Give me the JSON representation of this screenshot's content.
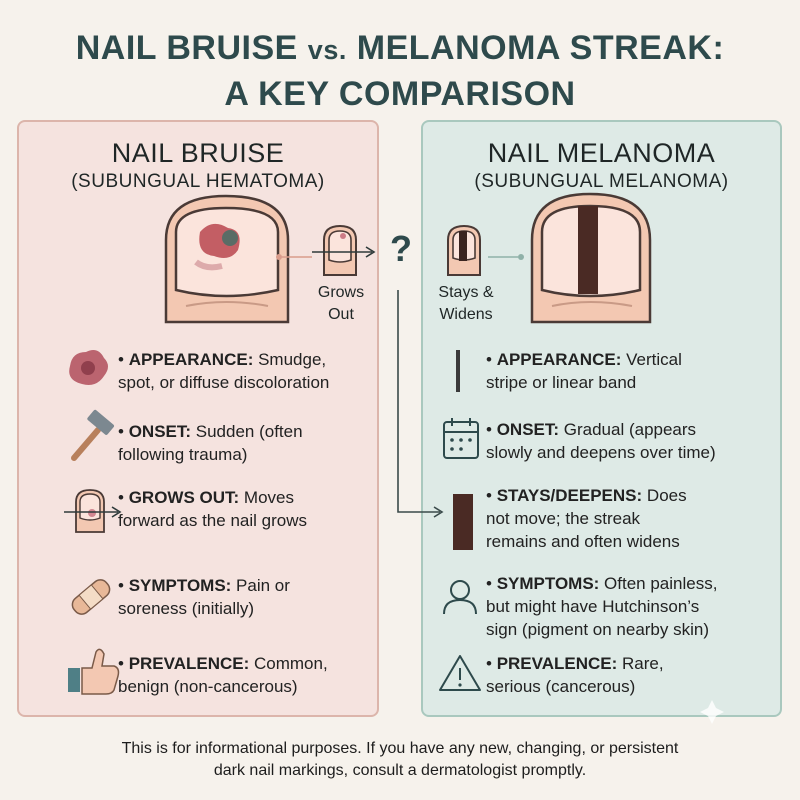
{
  "title": {
    "line1_a": "NAIL BRUISE ",
    "line1_vs": "vs.",
    "line1_b": " MELANOMA STREAK:",
    "line2": "A KEY COMPARISON"
  },
  "bruise": {
    "heading": "NAIL BRUISE",
    "subheading": "(SUBUNGUAL HEMATOMA)",
    "caption_line1": "Grows",
    "caption_line2": "Out",
    "items": [
      {
        "label": "APPEARANCE:",
        "line1": " Smudge,",
        "line2": "spot, or diffuse discoloration",
        "icon": "smudge-icon"
      },
      {
        "label": "ONSET:",
        "line1": " Sudden (often",
        "line2": "following trauma)",
        "icon": "hammer-icon"
      },
      {
        "label": "GROWS OUT:",
        "line1": " Moves",
        "line2": "forward as the nail grows",
        "icon": "finger-arrow-icon"
      },
      {
        "label": "SYMPTOMS:",
        "line1": " Pain or",
        "line2": "soreness (initially)",
        "icon": "bandage-icon"
      },
      {
        "label": "PREVALENCE:",
        "line1": " Common,",
        "line2": "benign (non-cancerous)",
        "icon": "thumbs-up-icon"
      }
    ]
  },
  "melanoma": {
    "heading": "NAIL MELANOMA",
    "subheading": "(SUBUNGUAL MELANOMA)",
    "caption_line1": "Stays &",
    "caption_line2": "Widens",
    "items": [
      {
        "label": "APPEARANCE:",
        "line1": " Vertical",
        "line2": "stripe or linear band",
        "line3": "",
        "icon": "stripe-icon"
      },
      {
        "label": "ONSET:",
        "line1": " Gradual (appears",
        "line2": "slowly and deepens over time)",
        "line3": "",
        "icon": "calendar-icon"
      },
      {
        "label": "STAYS/DEEPENS:",
        "line1": " Does",
        "line2": "not move; the streak",
        "line3": "remains and often widens",
        "icon": "streak-icon"
      },
      {
        "label": "SYMPTOMS:",
        "line1": " Often painless,",
        "line2": "but might have Hutchinson’s",
        "line3": "sign (pigment on nearby skin)",
        "icon": "person-icon"
      },
      {
        "label": "PREVALENCE:",
        "line1": " Rare,",
        "line2": "serious (cancerous)",
        "line3": "",
        "icon": "warning-icon"
      }
    ]
  },
  "question_mark": "?",
  "footer": {
    "line1": "This is for informational purposes. If you have any new, changing, or persistent",
    "line2": "dark nail markings, consult a dermatologist promptly."
  },
  "colors": {
    "title": "#2e4a4c",
    "bruise_panel": "#f5e3df",
    "melanoma_panel": "#deeae6",
    "skin": "#f3c8b2",
    "nail": "#fbe3da",
    "streak": "#4a2a24"
  }
}
